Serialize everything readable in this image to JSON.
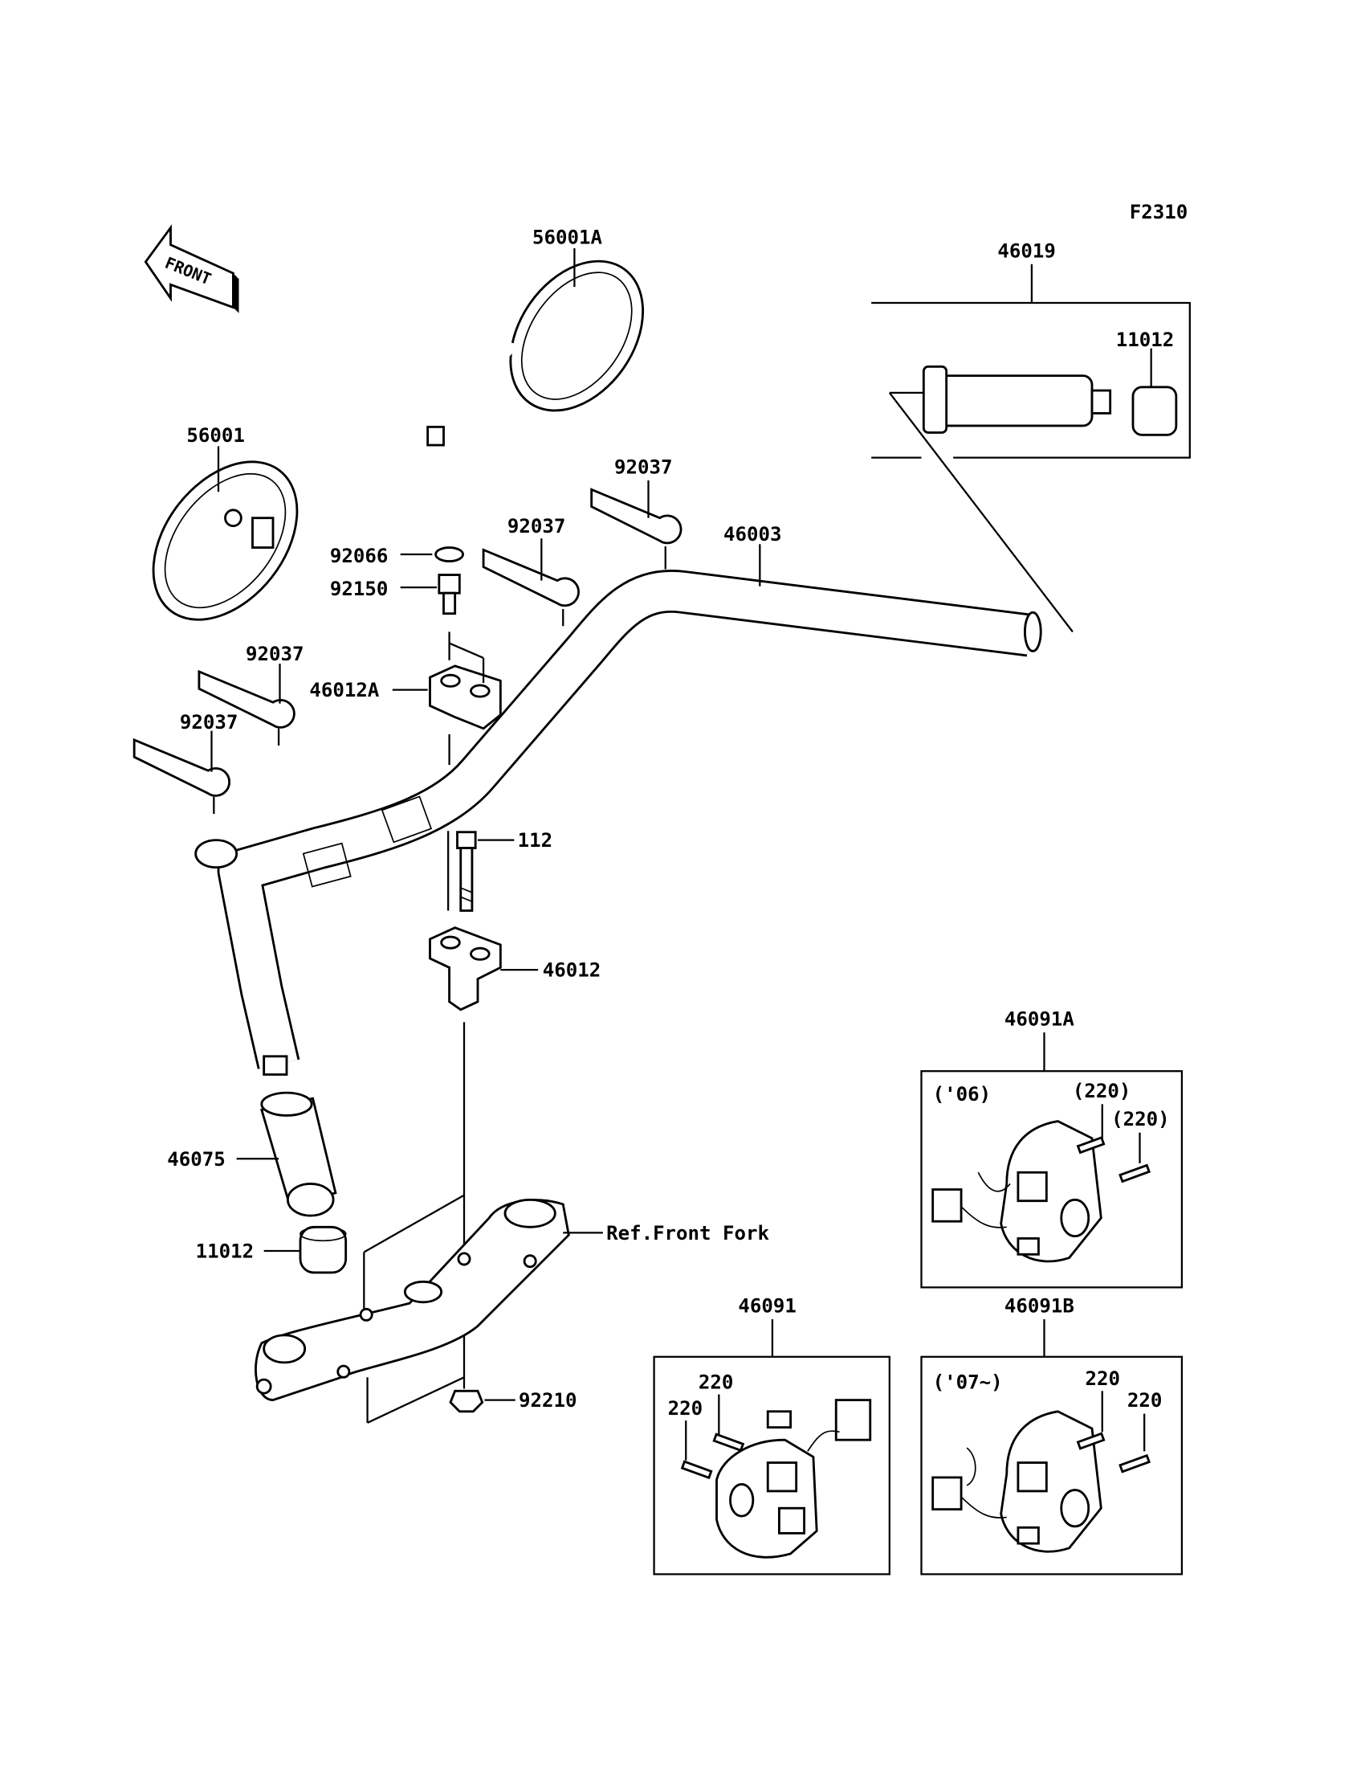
{
  "diagram": {
    "figure_code": "F2310",
    "front_arrow_label": "FRONT",
    "colors": {
      "line": "#000000",
      "background": "#ffffff"
    },
    "labels": {
      "mirror_right": "56001A",
      "mirror_left": "56001",
      "grip_assembly": "46019",
      "grip_end_cap_right": "11012",
      "plate_1": "92037",
      "plate_2": "92037",
      "plate_3": "92037",
      "plate_4": "92037",
      "handlebar": "46003",
      "cap": "92066",
      "bolt_92150": "92150",
      "holder_upper": "46012A",
      "bolt_112": "112",
      "holder_lower": "46012",
      "grip_left": "46075",
      "grip_end_cap_left": "11012",
      "ref_front_fork": "Ref.Front Fork",
      "nut": "92210",
      "switch_46091A": "46091A",
      "switch_46091": "46091",
      "switch_46091B": "46091B",
      "year_06": "('06)",
      "year_07": "('07~)",
      "screw_a1": "(220)",
      "screw_a2": "(220)",
      "screw_b1": "220",
      "screw_b2": "220",
      "screw_c1": "220",
      "screw_c2": "220"
    }
  }
}
